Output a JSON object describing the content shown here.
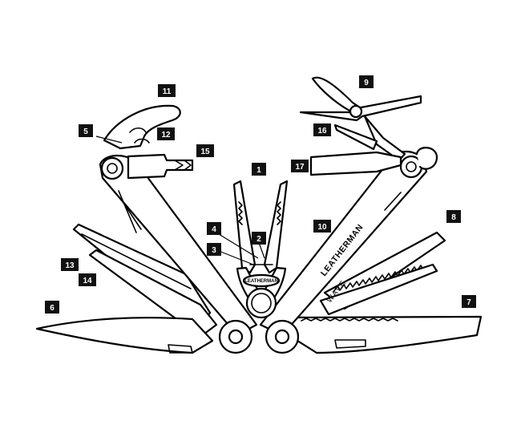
{
  "colors": {
    "line": "#000000",
    "badge": "#111111",
    "badge_text": "#ffffff",
    "background": "#ffffff"
  },
  "engraving": {
    "brand": "LEATHERMAN",
    "model": "WAVE",
    "plier_badge": "LEATHERMAN"
  },
  "callouts": [
    {
      "id": "c1",
      "label": "1"
    },
    {
      "id": "c2",
      "label": "2"
    },
    {
      "id": "c3",
      "label": "3"
    },
    {
      "id": "c4",
      "label": "4"
    },
    {
      "id": "c5",
      "label": "5"
    },
    {
      "id": "c6",
      "label": "6"
    },
    {
      "id": "c7",
      "label": "7"
    },
    {
      "id": "c8",
      "label": "8"
    },
    {
      "id": "c9",
      "label": "9"
    },
    {
      "id": "c10",
      "label": "10"
    },
    {
      "id": "c11",
      "label": "11"
    },
    {
      "id": "c12",
      "label": "12"
    },
    {
      "id": "c13",
      "label": "13"
    },
    {
      "id": "c14",
      "label": "14"
    },
    {
      "id": "c15",
      "label": "15"
    },
    {
      "id": "c16",
      "label": "16"
    },
    {
      "id": "c17",
      "label": "17"
    }
  ]
}
